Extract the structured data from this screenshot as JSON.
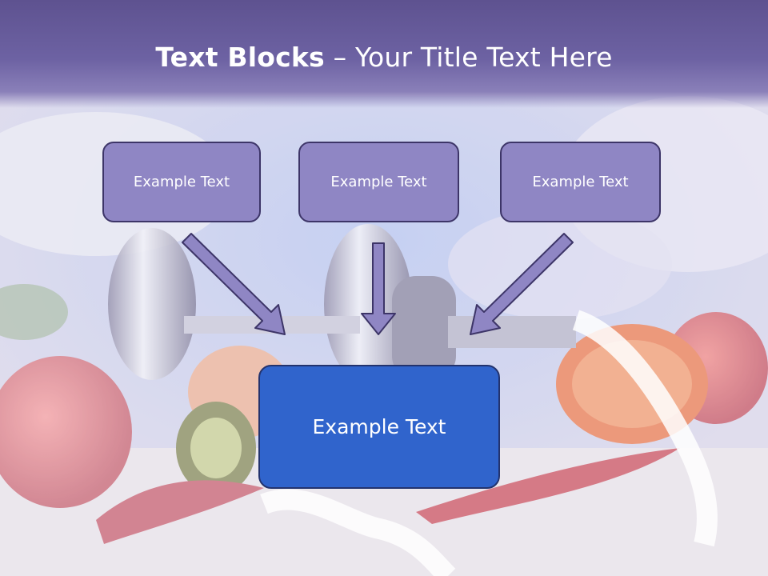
{
  "slide": {
    "title_bold": "Text Blocks",
    "title_dash": "–",
    "title_rest": "Your Title Text Here",
    "boxes": [
      {
        "label": "Example Text"
      },
      {
        "label": "Example Text"
      },
      {
        "label": "Example Text"
      }
    ],
    "target": {
      "label": "Example Text"
    }
  },
  "colors": {
    "header": "#6d62a3",
    "small_box": "#8f86c4",
    "target_box": "#3064cc",
    "arrow": "#8f86c4"
  },
  "icons": [
    "arrow-down-right-icon",
    "arrow-down-icon",
    "arrow-down-left-icon"
  ]
}
